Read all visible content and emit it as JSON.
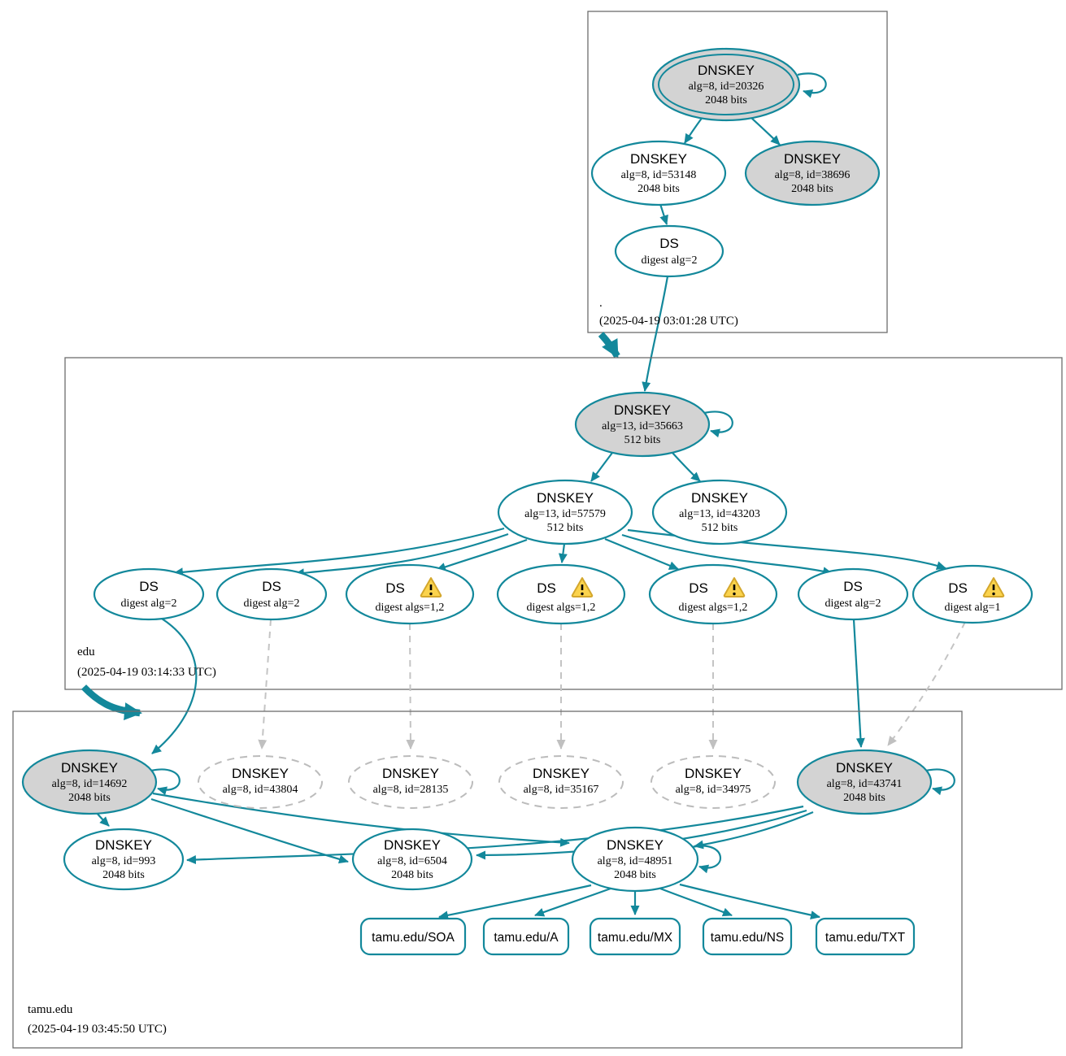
{
  "colors": {
    "accent_teal": "#13889b",
    "ksk_fill": "#d3d3d3",
    "dashed_gray": "#bcbcbc",
    "warning_fill": "#fbd34d",
    "warning_border": "#d4a72c",
    "zone_border": "#6d6d6d"
  },
  "zones": {
    "root": {
      "label": ".",
      "timestamp": "(2025-04-19 03:01:28 UTC)",
      "nodes": {
        "ksk20326": {
          "title": "DNSKEY",
          "detail": "alg=8, id=20326",
          "bits": "2048 bits"
        },
        "zsk53148": {
          "title": "DNSKEY",
          "detail": "alg=8, id=53148",
          "bits": "2048 bits"
        },
        "ksk38696": {
          "title": "DNSKEY",
          "detail": "alg=8, id=38696",
          "bits": "2048 bits"
        },
        "ds": {
          "title": "DS",
          "detail": "digest alg=2"
        }
      }
    },
    "edu": {
      "label": "edu",
      "timestamp": "(2025-04-19 03:14:33 UTC)",
      "nodes": {
        "ksk35663": {
          "title": "DNSKEY",
          "detail": "alg=13, id=35663",
          "bits": "512 bits"
        },
        "zsk57579": {
          "title": "DNSKEY",
          "detail": "alg=13, id=57579",
          "bits": "512 bits"
        },
        "zsk43203": {
          "title": "DNSKEY",
          "detail": "alg=13, id=43203",
          "bits": "512 bits"
        },
        "ds1": {
          "title": "DS",
          "detail": "digest alg=2"
        },
        "ds2": {
          "title": "DS",
          "detail": "digest alg=2"
        },
        "ds3": {
          "title": "DS",
          "detail": "digest algs=1,2",
          "warning": true
        },
        "ds4": {
          "title": "DS",
          "detail": "digest algs=1,2",
          "warning": true
        },
        "ds5": {
          "title": "DS",
          "detail": "digest algs=1,2",
          "warning": true
        },
        "ds6": {
          "title": "DS",
          "detail": "digest alg=2"
        },
        "ds7": {
          "title": "DS",
          "detail": "digest alg=1",
          "warning": true
        }
      }
    },
    "tamu": {
      "label": "tamu.edu",
      "timestamp": "(2025-04-19 03:45:50 UTC)",
      "nodes": {
        "ksk14692": {
          "title": "DNSKEY",
          "detail": "alg=8, id=14692",
          "bits": "2048 bits"
        },
        "dnskey43804": {
          "title": "DNSKEY",
          "detail": "alg=8, id=43804"
        },
        "dnskey28135": {
          "title": "DNSKEY",
          "detail": "alg=8, id=28135"
        },
        "dnskey35167": {
          "title": "DNSKEY",
          "detail": "alg=8, id=35167"
        },
        "dnskey34975": {
          "title": "DNSKEY",
          "detail": "alg=8, id=34975"
        },
        "ksk43741": {
          "title": "DNSKEY",
          "detail": "alg=8, id=43741",
          "bits": "2048 bits"
        },
        "zsk993": {
          "title": "DNSKEY",
          "detail": "alg=8, id=993",
          "bits": "2048 bits"
        },
        "zsk6504": {
          "title": "DNSKEY",
          "detail": "alg=8, id=6504",
          "bits": "2048 bits"
        },
        "zsk48951": {
          "title": "DNSKEY",
          "detail": "alg=8, id=48951",
          "bits": "2048 bits"
        },
        "rrset_soa": {
          "label": "tamu.edu/SOA"
        },
        "rrset_a": {
          "label": "tamu.edu/A"
        },
        "rrset_mx": {
          "label": "tamu.edu/MX"
        },
        "rrset_ns": {
          "label": "tamu.edu/NS"
        },
        "rrset_txt": {
          "label": "tamu.edu/TXT"
        }
      }
    }
  }
}
